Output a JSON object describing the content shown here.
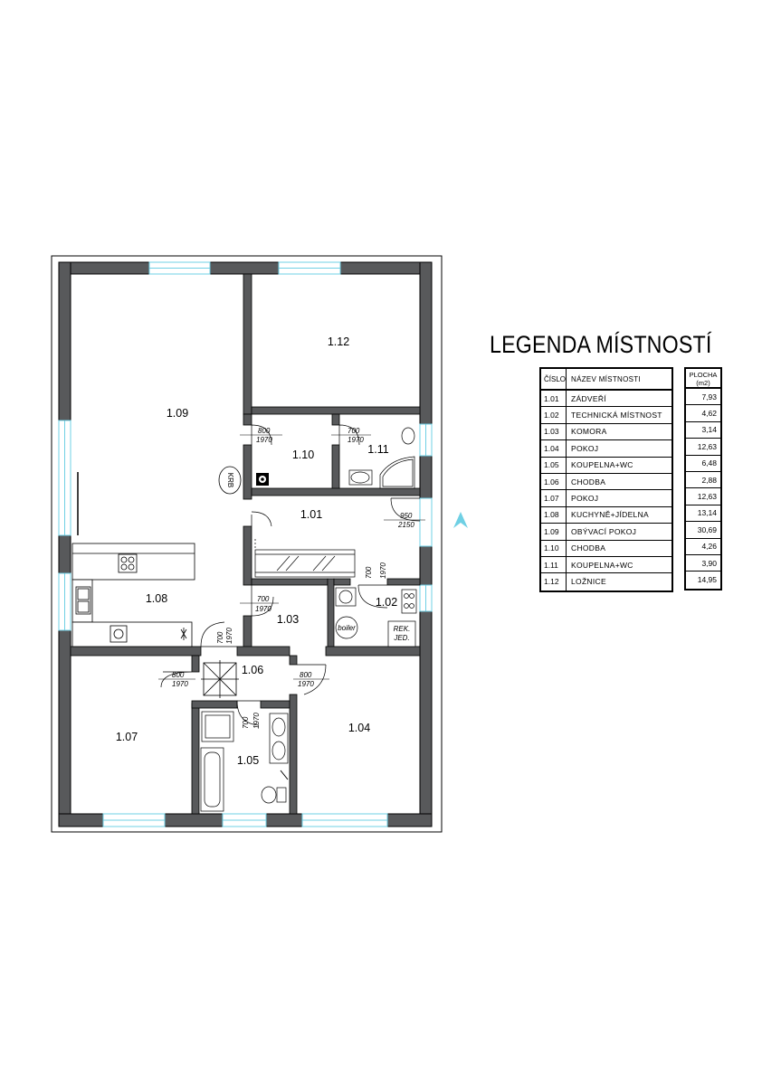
{
  "legend": {
    "title": "LEGENDA MÍSTNOSTÍ",
    "col_number": "ČÍSLO",
    "col_name": "NÁZEV MÍSTNOSTI",
    "col_area": "PLOCHA (m2)",
    "rooms": [
      {
        "number": "1.01",
        "name": "ZÁDVEŘÍ",
        "area": "7,93"
      },
      {
        "number": "1.02",
        "name": "TECHNICKÁ MÍSTNOST",
        "area": "4,62"
      },
      {
        "number": "1.03",
        "name": "KOMORA",
        "area": "3,14"
      },
      {
        "number": "1.04",
        "name": "POKOJ",
        "area": "12,63"
      },
      {
        "number": "1.05",
        "name": "KOUPELNA+WC",
        "area": "6,48"
      },
      {
        "number": "1.06",
        "name": "CHODBA",
        "area": "2,88"
      },
      {
        "number": "1.07",
        "name": "POKOJ",
        "area": "12,63"
      },
      {
        "number": "1.08",
        "name": "KUCHYNĚ+JÍDELNA",
        "area": "13,14"
      },
      {
        "number": "1.09",
        "name": "OBÝVACÍ POKOJ",
        "area": "30,69"
      },
      {
        "number": "1.10",
        "name": "CHODBA",
        "area": "4,26"
      },
      {
        "number": "1.11",
        "name": "KOUPELNA+WC",
        "area": "3,90"
      },
      {
        "number": "1.12",
        "name": "LOŽNICE",
        "area": "14,95"
      }
    ]
  },
  "plan": {
    "room_labels": [
      "1.09",
      "1.12",
      "1.10",
      "1.11",
      "1.01",
      "1.08",
      "1.02",
      "1.03",
      "1.06",
      "1.07",
      "1.05",
      "1.04"
    ],
    "doors": [
      {
        "width": "800",
        "height": "1970"
      },
      {
        "width": "700",
        "height": "1970"
      },
      {
        "width": "950",
        "height": "2150"
      },
      {
        "width": "700",
        "height": "1970"
      },
      {
        "width": "700",
        "height": "1970"
      },
      {
        "width": "700",
        "height": "1970"
      },
      {
        "width": "800",
        "height": "1970"
      },
      {
        "width": "800",
        "height": "1970"
      },
      {
        "width": "700",
        "height": "1970"
      }
    ],
    "fixtures": {
      "chimney": "KRB",
      "boiler": "boiler",
      "distribution": "REK. JED."
    },
    "colors": {
      "wall": "#58595b",
      "window": "#6fd0e4",
      "window_frame": "#8fdcec"
    }
  }
}
